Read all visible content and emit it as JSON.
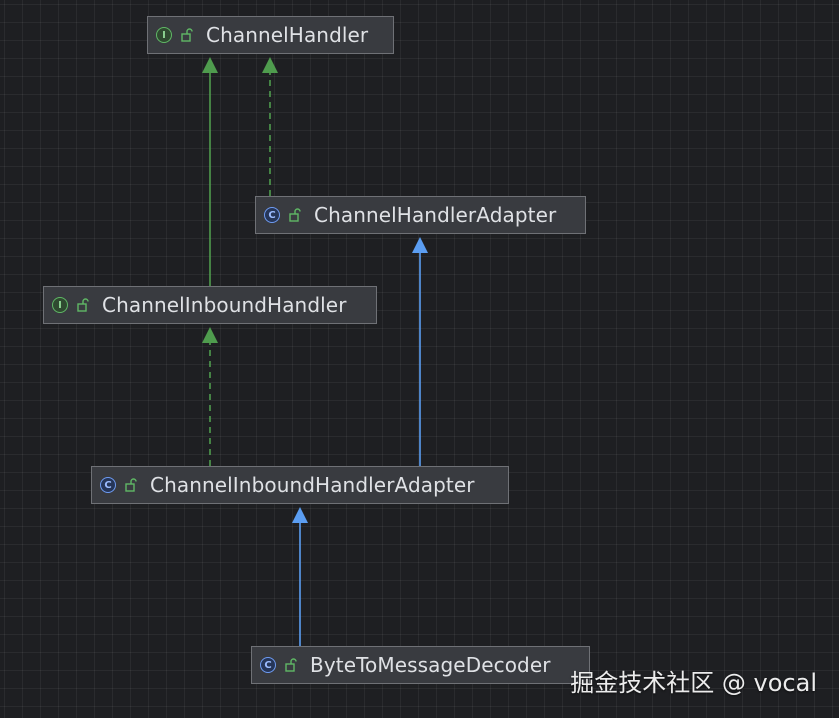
{
  "diagram": {
    "nodes": [
      {
        "id": "channel-handler",
        "label": "ChannelHandler",
        "kind": "interface"
      },
      {
        "id": "channel-handler-adapter",
        "label": "ChannelHandlerAdapter",
        "kind": "class"
      },
      {
        "id": "channel-inbound-handler",
        "label": "ChannelInboundHandler",
        "kind": "interface"
      },
      {
        "id": "channel-inbound-handler-adapter",
        "label": "ChannelInboundHandlerAdapter",
        "kind": "class"
      },
      {
        "id": "byte-to-message-decoder",
        "label": "ByteToMessageDecoder",
        "kind": "class"
      }
    ],
    "edges": [
      {
        "from": "channel-inbound-handler",
        "to": "channel-handler",
        "relation": "extends",
        "style": "solid",
        "color": "#4f9c4e"
      },
      {
        "from": "channel-handler-adapter",
        "to": "channel-handler",
        "relation": "implements",
        "style": "dashed",
        "color": "#4f9c4e"
      },
      {
        "from": "channel-inbound-handler-adapter",
        "to": "channel-inbound-handler",
        "relation": "implements",
        "style": "dashed",
        "color": "#4f9c4e"
      },
      {
        "from": "channel-inbound-handler-adapter",
        "to": "channel-handler-adapter",
        "relation": "extends",
        "style": "solid",
        "color": "#5b9ef2"
      },
      {
        "from": "byte-to-message-decoder",
        "to": "channel-inbound-handler-adapter",
        "relation": "extends",
        "style": "solid",
        "color": "#5b9ef2"
      }
    ],
    "icons": {
      "interface": "interface-icon",
      "class": "class-icon",
      "visibility": "public-lock-icon"
    },
    "icon_letters": {
      "interface": "I",
      "class": "C"
    },
    "colors": {
      "background": "#1e1f22",
      "node_fill": "#393b40",
      "node_border": "#6f7176",
      "text": "#dfe1e5",
      "interface_edge": "#4f9c4e",
      "class_edge": "#5b9ef2"
    }
  },
  "watermark": "掘金技术社区 @ vocal"
}
